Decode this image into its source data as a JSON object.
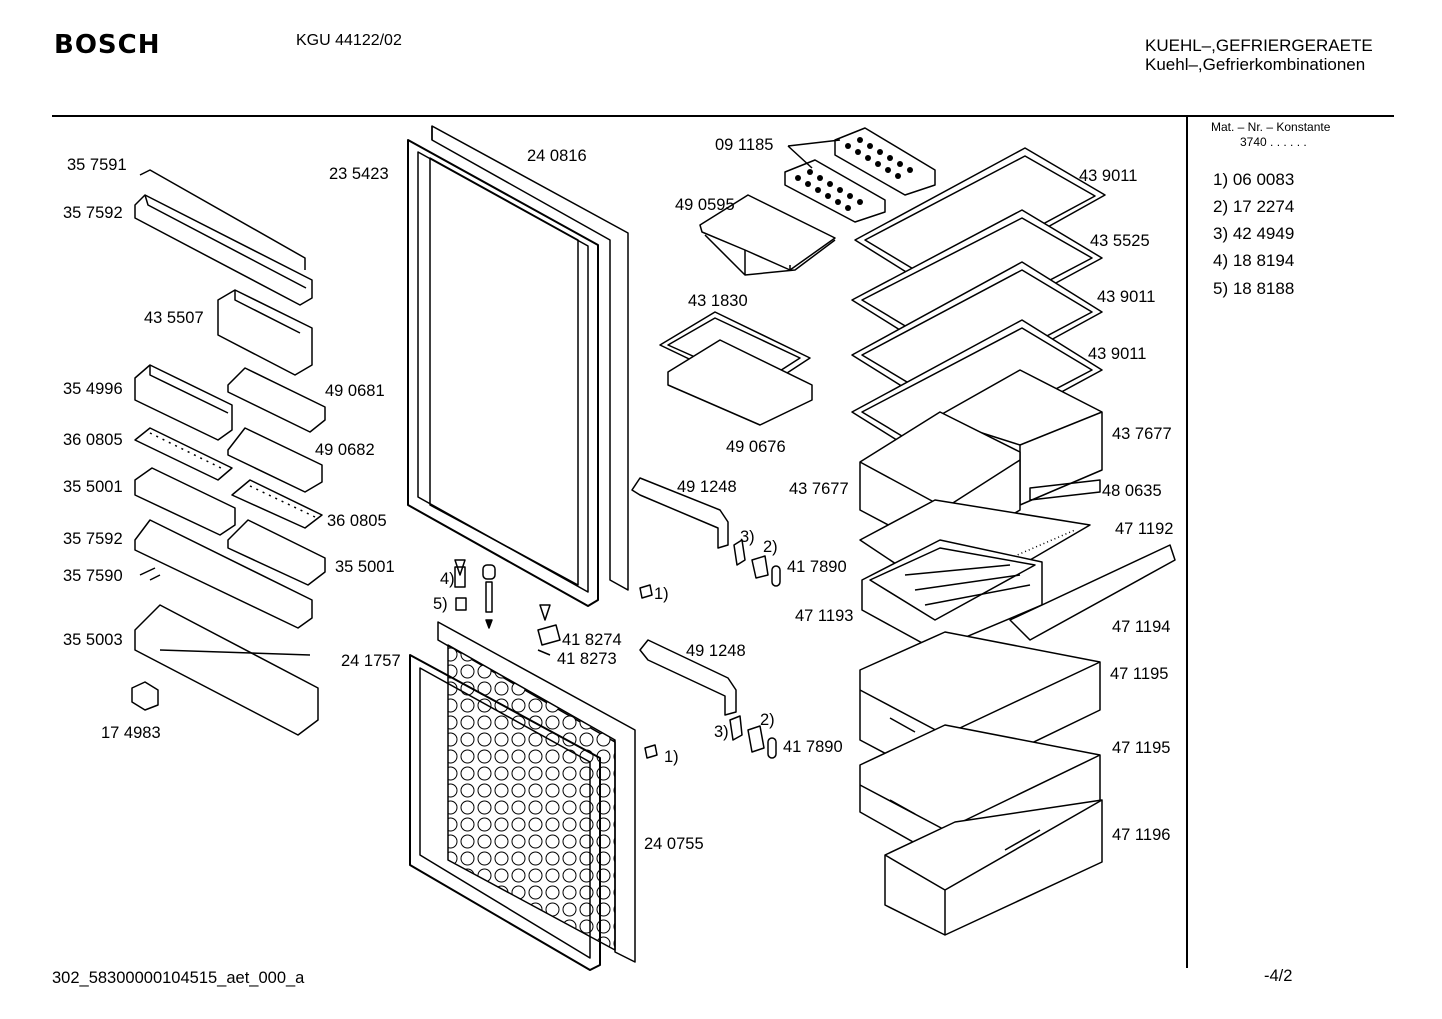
{
  "header": {
    "brand": "BOSCH",
    "model": "KGU 44122/02",
    "category_line1": "KUEHL–,GEFRIERGERAETE",
    "category_line2": "Kuehl–,Gefrierkombinationen"
  },
  "sidebar": {
    "const_label": "Mat. – Nr. – Konstante",
    "const_value": "3740 . . . . . .",
    "notes": [
      "1) 06 0083",
      "2) 17 2274",
      "3) 42 4949",
      "4) 18 8194",
      "5) 18 8188"
    ]
  },
  "labels": {
    "p357591": "35 7591",
    "p357592a": "35 7592",
    "p435507": "43 5507",
    "p354996": "35 4996",
    "p490681": "49 0681",
    "p360805a": "36 0805",
    "p490682": "49 0682",
    "p355001a": "35 5001",
    "p360805b": "36 0805",
    "p357592b": "35 7592",
    "p355001b": "35 5001",
    "p357590": "35 7590",
    "p355003": "35 5003",
    "p174983": "17 4983",
    "p235423": "23 5423",
    "p240816": "24 0816",
    "p241757": "24 1757",
    "p240755": "24 0755",
    "p091185": "09 1185",
    "p490595": "49 0595",
    "p431830": "43 1830",
    "p490676": "49 0676",
    "p491248a": "49 1248",
    "p491248b": "49 1248",
    "p417890a": "41 7890",
    "p417890b": "41 7890",
    "p418274": "41 8274",
    "p418273": "41 8273",
    "p439011a": "43 9011",
    "p435525": "43 5525",
    "p439011b": "43 9011",
    "p439011c": "43 9011",
    "p437677a": "43 7677",
    "p437677b": "43 7677",
    "p480635": "48 0635",
    "p471192": "47 1192",
    "p471193": "47 1193",
    "p471194": "47 1194",
    "p471195a": "47 1195",
    "p471195b": "47 1195",
    "p471196": "47 1196",
    "r4": "4)",
    "r5": "5)",
    "r3a": "3)",
    "r2a": "2)",
    "r1a": "1)",
    "r3b": "3)",
    "r2b": "2)",
    "r1b": "1)"
  },
  "footer": {
    "doc_id": "302_58300000104515_aet_000_a",
    "page": "-4/2"
  }
}
